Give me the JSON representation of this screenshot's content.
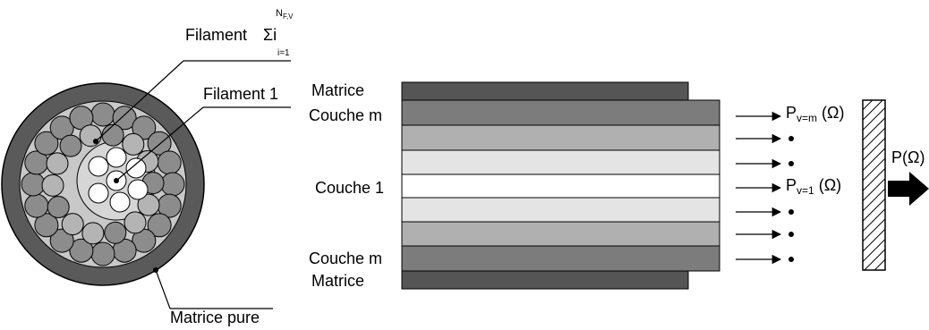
{
  "cross_section": {
    "label_filament_sum": "Filament",
    "sum_symbol": "Σi",
    "sum_upper_main": "N",
    "sum_upper_sub": "F,V",
    "sum_lower": "i=1",
    "label_filament_1": "Filament 1",
    "label_matrice_pure": "Matrice pure"
  },
  "layers": {
    "label_matrice_top": "Matrice",
    "label_couche_m_top": "Couche m",
    "label_couche_1": "Couche 1",
    "label_couche_m_bottom": "Couche m",
    "label_matrice_bottom": "Matrice"
  },
  "outputs": {
    "label_p_top_main": "P",
    "label_p_top_sub": "v=m",
    "label_p_top_arg": "(Ω)",
    "label_p_mid_main": "P",
    "label_p_mid_sub": "v=1",
    "label_p_mid_arg": "(Ω)",
    "label_p_total": "P(Ω)"
  },
  "colors": {
    "matrix_dark": "#555555",
    "couche_m": "#7c7c7c",
    "layer_mid": "#b0b0b0",
    "layer_light": "#e4e4e4",
    "core": "#ffffff",
    "outer_ring": "#5a5a5a",
    "bundle_bg": "#c8c8c8",
    "filament_dark": "#8c8c8c",
    "filament_mid": "#b4b4b4",
    "center_region": "#d6d6d6"
  }
}
